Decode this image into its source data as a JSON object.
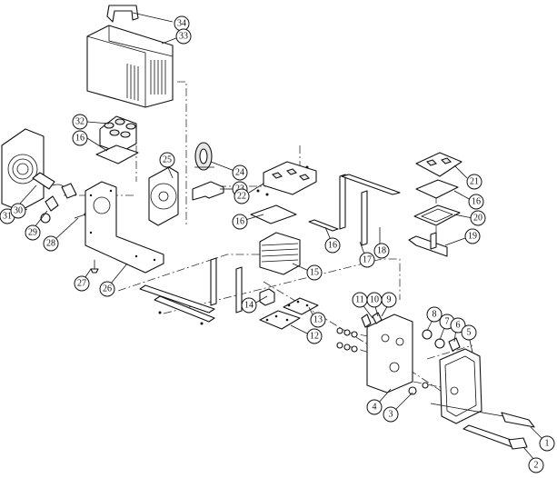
{
  "callouts": [
    {
      "id": "c1",
      "label": "1"
    },
    {
      "id": "c2",
      "label": "2"
    },
    {
      "id": "c3",
      "label": "3"
    },
    {
      "id": "c4",
      "label": "4"
    },
    {
      "id": "c5",
      "label": "5"
    },
    {
      "id": "c6",
      "label": "6"
    },
    {
      "id": "c7",
      "label": "7"
    },
    {
      "id": "c8",
      "label": "8"
    },
    {
      "id": "c9",
      "label": "9"
    },
    {
      "id": "c10",
      "label": "10"
    },
    {
      "id": "c11",
      "label": "11"
    },
    {
      "id": "c12",
      "label": "12"
    },
    {
      "id": "c13",
      "label": "13"
    },
    {
      "id": "c14",
      "label": "14"
    },
    {
      "id": "c15",
      "label": "15"
    },
    {
      "id": "c16a",
      "label": "16"
    },
    {
      "id": "c16b",
      "label": "16"
    },
    {
      "id": "c16c",
      "label": "16"
    },
    {
      "id": "c16d",
      "label": "16"
    },
    {
      "id": "c17",
      "label": "17"
    },
    {
      "id": "c18",
      "label": "18"
    },
    {
      "id": "c19",
      "label": "19"
    },
    {
      "id": "c20",
      "label": "20"
    },
    {
      "id": "c21",
      "label": "21"
    },
    {
      "id": "c22",
      "label": "22"
    },
    {
      "id": "c23",
      "label": "23"
    },
    {
      "id": "c24",
      "label": "24"
    },
    {
      "id": "c25",
      "label": "25"
    },
    {
      "id": "c26",
      "label": "26"
    },
    {
      "id": "c27",
      "label": "27"
    },
    {
      "id": "c28",
      "label": "28"
    },
    {
      "id": "c29",
      "label": "29"
    },
    {
      "id": "c30",
      "label": "30"
    },
    {
      "id": "c31",
      "label": "31"
    },
    {
      "id": "c32",
      "label": "32"
    },
    {
      "id": "c33",
      "label": "33"
    },
    {
      "id": "c34",
      "label": "34"
    }
  ]
}
